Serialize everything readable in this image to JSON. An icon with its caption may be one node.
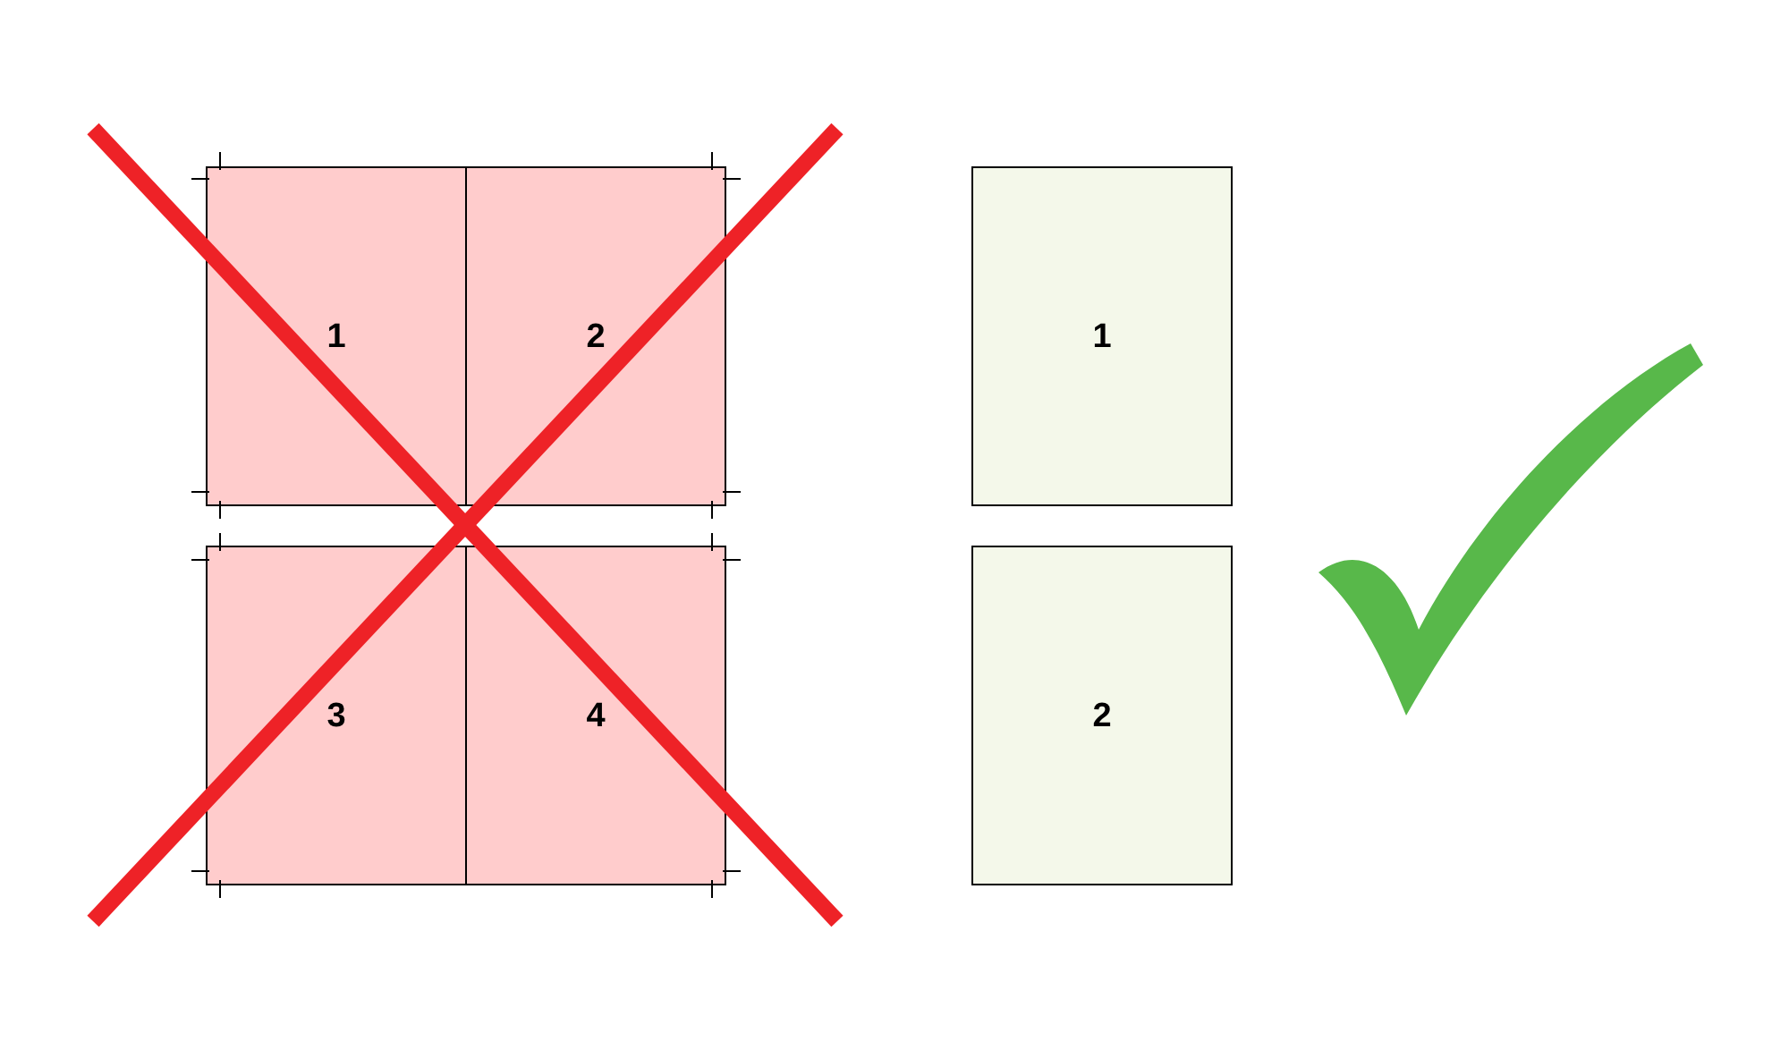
{
  "diagram": {
    "nodes": [
      {
        "text": [
          "1"
        ]
      },
      {
        "text": [
          "2"
        ]
      },
      {
        "text": [
          "3"
        ]
      },
      {
        "text": [
          "4"
        ]
      },
      {
        "text": [
          "1"
        ]
      },
      {
        "text": [
          "2"
        ]
      }
    ]
  }
}
